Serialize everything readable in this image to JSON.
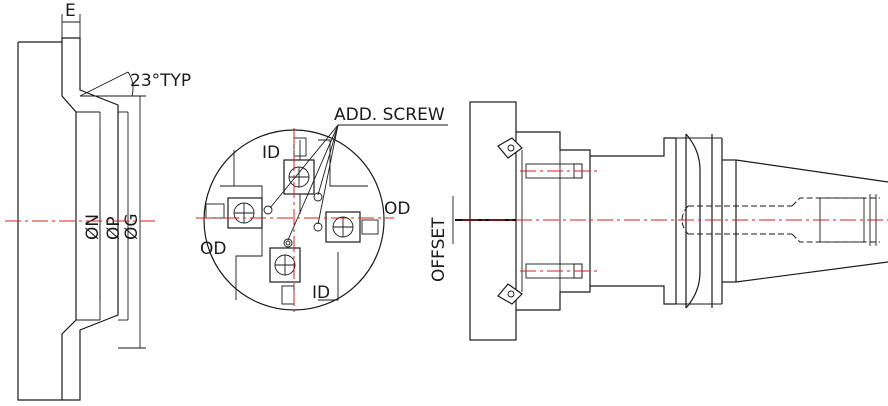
{
  "labels": {
    "e": "E",
    "angle": "23°TYP",
    "n": "ØN",
    "p": "ØP",
    "g": "ØG",
    "id_top": "ID",
    "od_left": "OD",
    "od_right": "OD",
    "id_bottom": "ID",
    "add_screw": "ADD. SCREW",
    "offset": "OFFSET"
  },
  "colors": {
    "centerline": "#d42020",
    "line": "#1a1a1a"
  }
}
